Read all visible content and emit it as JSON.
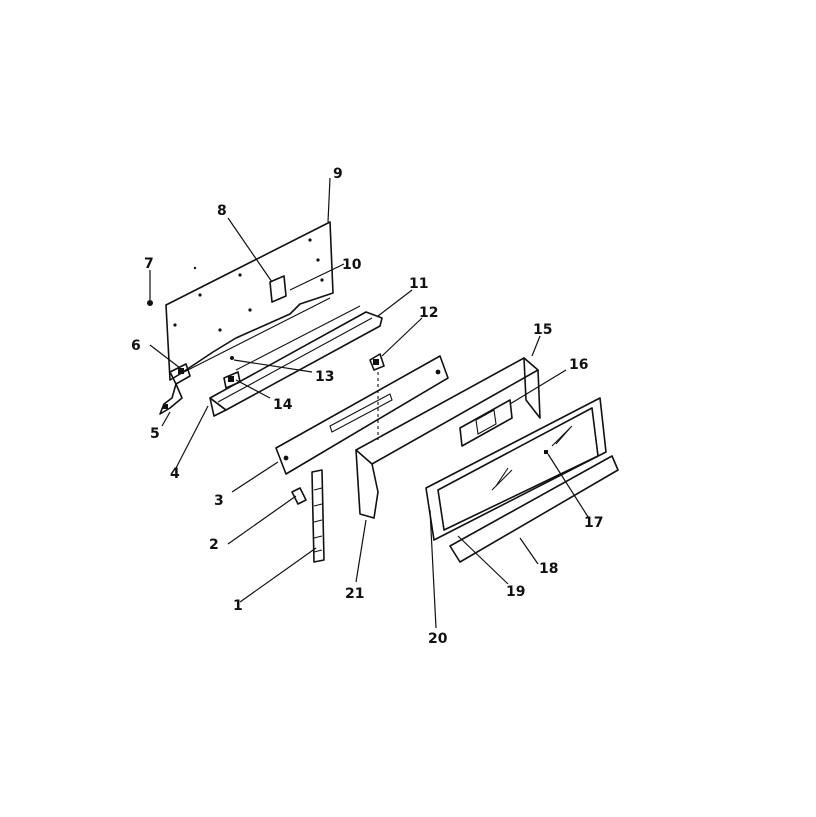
{
  "diagram": {
    "callouts": [
      "1",
      "2",
      "3",
      "4",
      "5",
      "6",
      "7",
      "8",
      "9",
      "10",
      "11",
      "12",
      "13",
      "14",
      "15",
      "16",
      "17",
      "18",
      "19",
      "20",
      "21"
    ]
  }
}
